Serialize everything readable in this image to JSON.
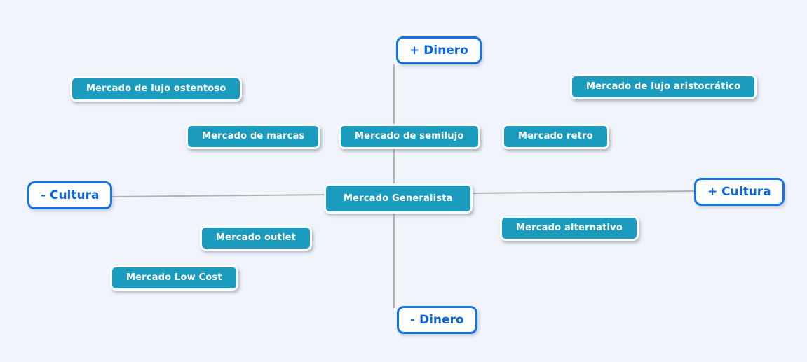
{
  "diagram": {
    "type": "mindmap-quadrant",
    "background_color": "#f1f4fb",
    "connector_color": "#b3b3b3",
    "topic_fill_color": "#1b9cbe",
    "topic_text_color": "#ffffff",
    "axis_text_color": "#0b66dd",
    "axis_border_color": "#1273e6"
  },
  "axes": {
    "top": {
      "label": "+ Dinero"
    },
    "bottom": {
      "label": "- Dinero"
    },
    "left": {
      "label": "- Cultura"
    },
    "right": {
      "label": "+ Cultura"
    }
  },
  "center": {
    "label": "Mercado Generalista"
  },
  "topics": [
    {
      "label": "Mercado de lujo ostentoso",
      "quadrant": "top-left"
    },
    {
      "label": "Mercado de marcas",
      "quadrant": "top-left"
    },
    {
      "label": "Mercado de semilujo",
      "quadrant": "top-center"
    },
    {
      "label": "Mercado de lujo aristocrático",
      "quadrant": "top-right"
    },
    {
      "label": "Mercado retro",
      "quadrant": "top-right"
    },
    {
      "label": "Mercado alternativo",
      "quadrant": "bottom-right"
    },
    {
      "label": "Mercado outlet",
      "quadrant": "bottom-left"
    },
    {
      "label": "Mercado Low Cost",
      "quadrant": "bottom-left"
    }
  ]
}
